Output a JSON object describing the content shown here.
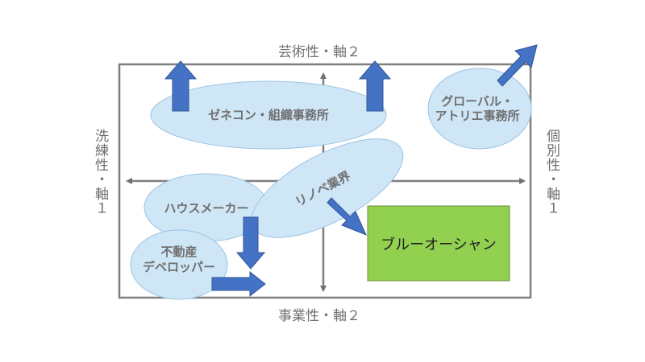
{
  "axes": {
    "top": "芸術性・軸２",
    "bottom": "事業性・軸２",
    "left": "洗練性・軸１",
    "right": "個別性・軸１"
  },
  "bubbles": {
    "general_contractor": "ゼネコン・組織事務所",
    "global_line1": "グローバル・",
    "global_line2": "アトリエ事務所",
    "renovation": "リノベ業界",
    "house_maker": "ハウスメーカー",
    "developer_line1": "不動産",
    "developer_line2": "デベロッパー"
  },
  "blue_ocean": "ブルーオーシャン",
  "colors": {
    "bubble_fill": "#cfe6f7",
    "bubble_stroke": "#9cc4e2",
    "arrow": "#4472c4",
    "frame": "#7f7f7f",
    "blue_ocean_fill": "#92d050",
    "text": "#6f6f6f"
  }
}
